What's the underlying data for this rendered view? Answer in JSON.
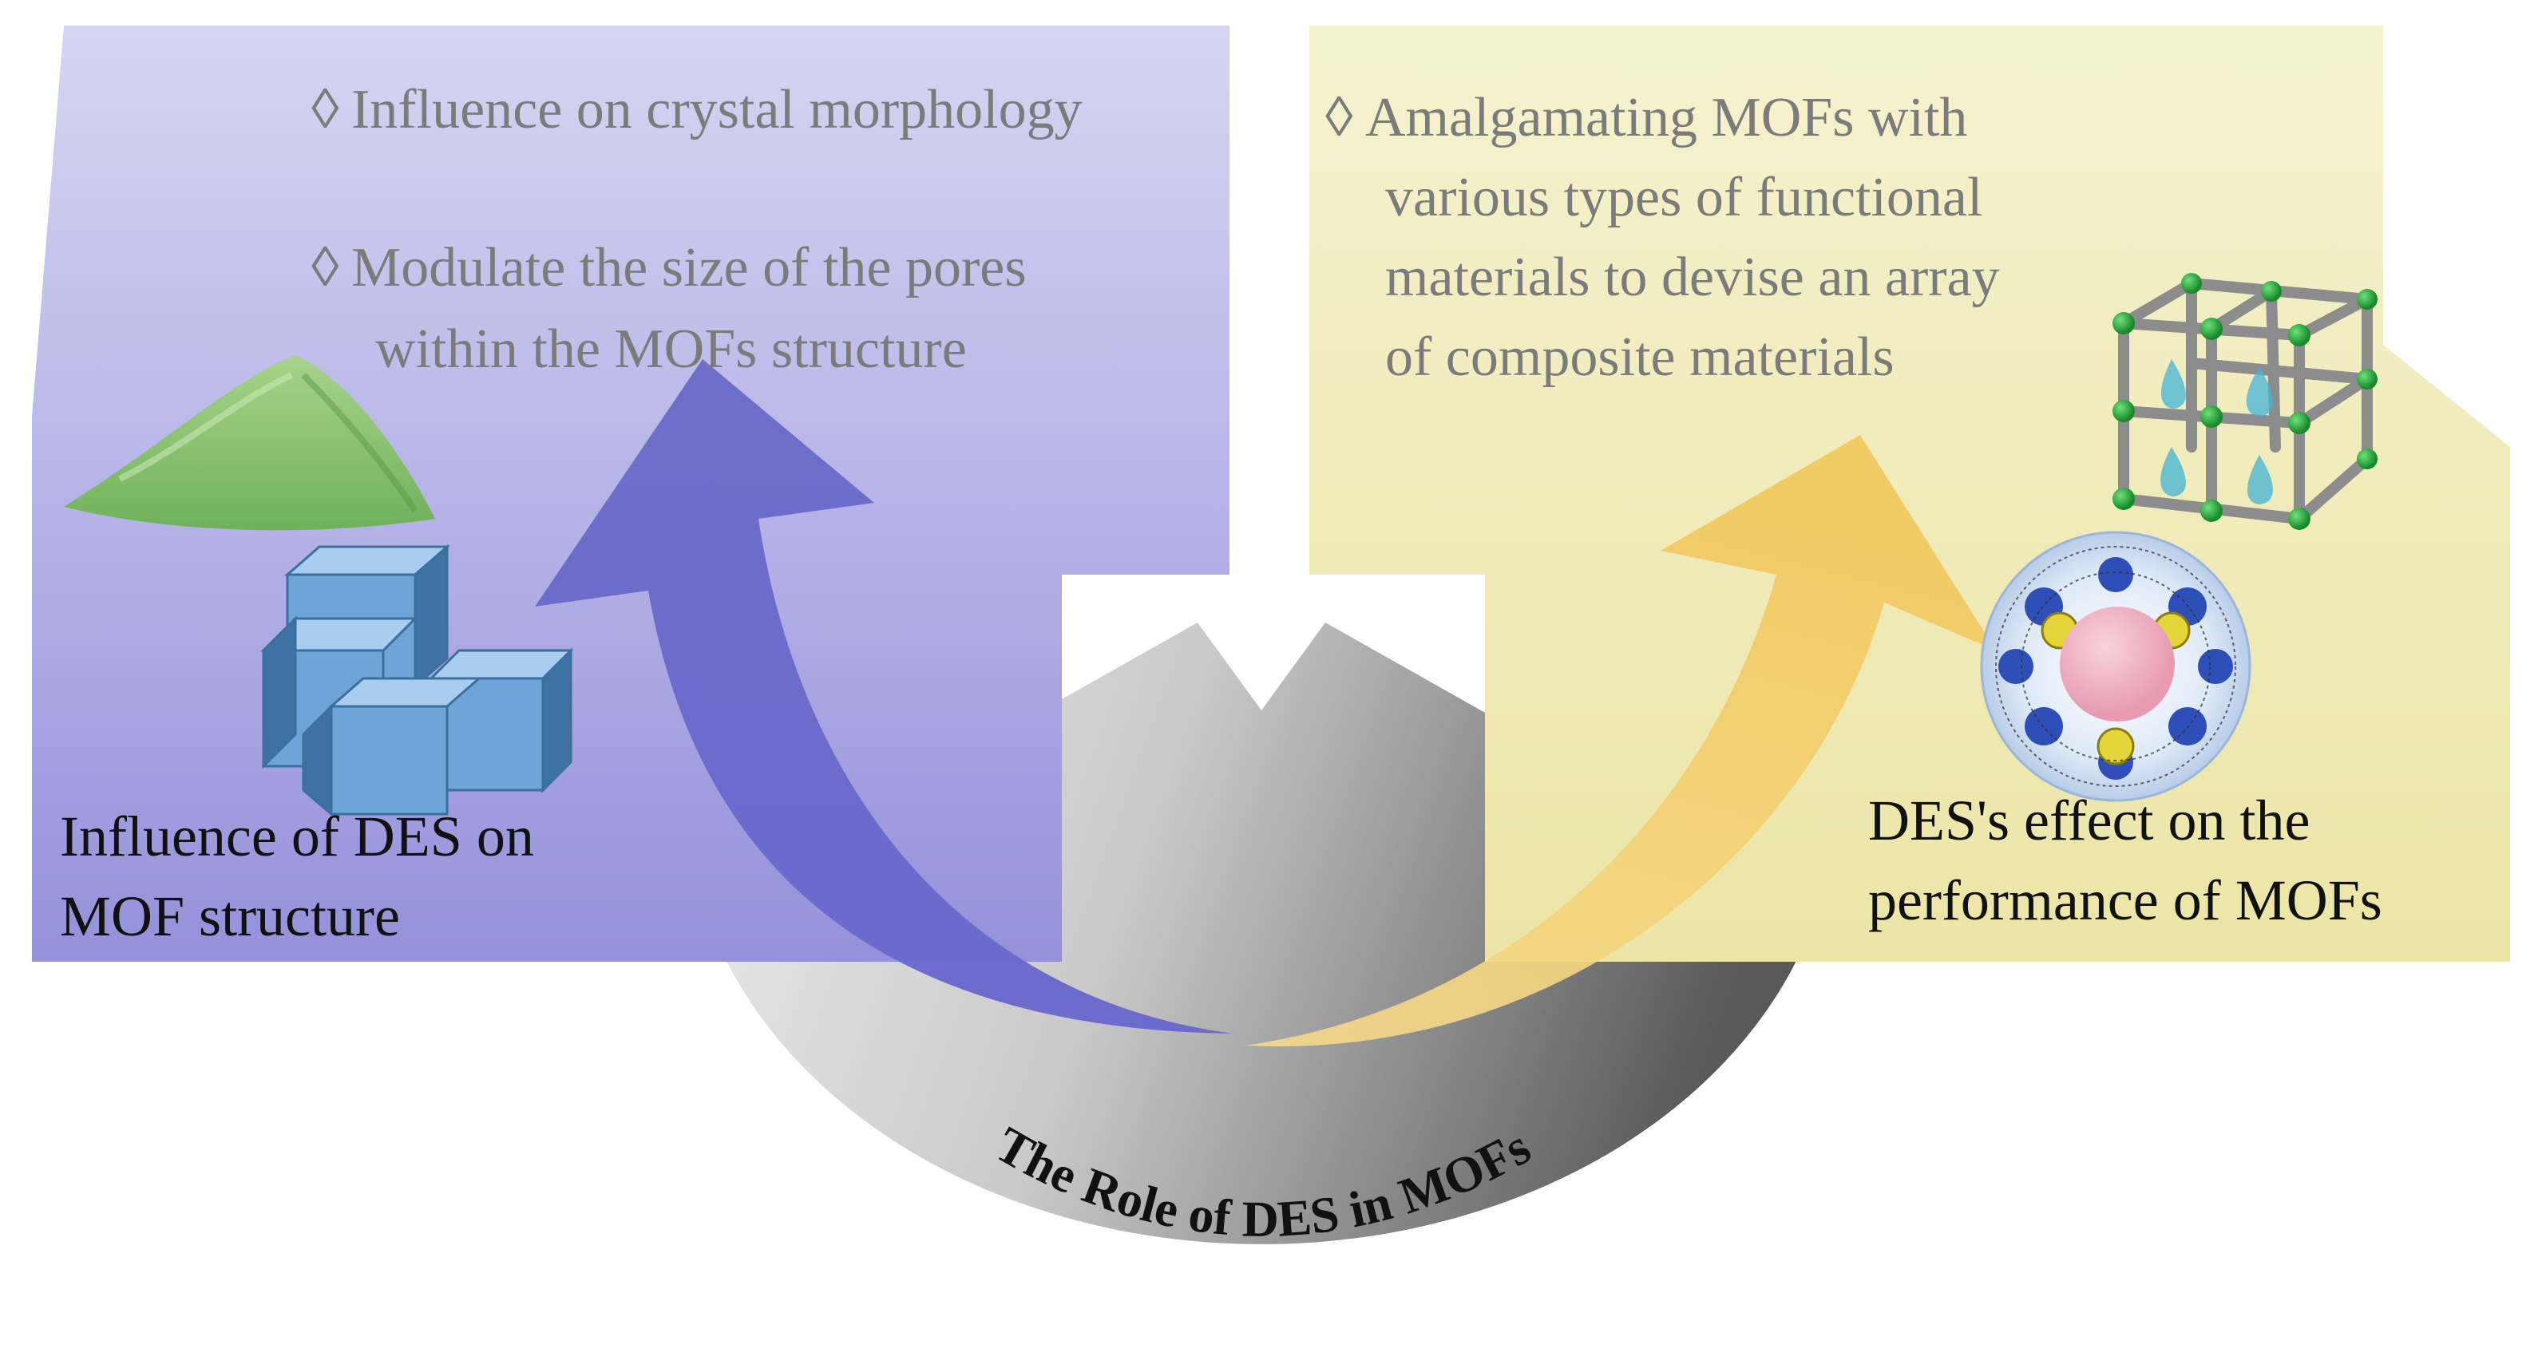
{
  "left_panel": {
    "bullets": [
      {
        "marker": "◊",
        "lines": [
          "Influence on crystal morphology"
        ]
      },
      {
        "marker": "◊",
        "lines": [
          "Modulate the size of the pores",
          "within the MOFs structure"
        ]
      }
    ],
    "caption": [
      "Influence of DES on",
      "MOF structure"
    ],
    "colors": {
      "top": "#d3d2ef",
      "bottom": "#9a97dc",
      "arrow": "#6c6acb"
    }
  },
  "right_panel": {
    "bullets": [
      {
        "marker": "◊",
        "lines": [
          "Amalgamating MOFs with",
          "various types of functional",
          "materials to devise an array",
          "of composite materials"
        ]
      }
    ],
    "caption": [
      "DES's effect on the",
      "performance of MOFs"
    ],
    "colors": {
      "top": "#f3efc4",
      "bottom": "#ebe6a9",
      "arrow": "#f2cf6e"
    }
  },
  "center": {
    "title": "The Role of DES in MOFs",
    "colors": {
      "light": "#f2f2f2",
      "dark": "#5a5a5a"
    }
  },
  "icons": [
    "green-powder-icon",
    "blue-cubes-icon",
    "mof-lattice-icon",
    "mof-sphere-icon"
  ]
}
